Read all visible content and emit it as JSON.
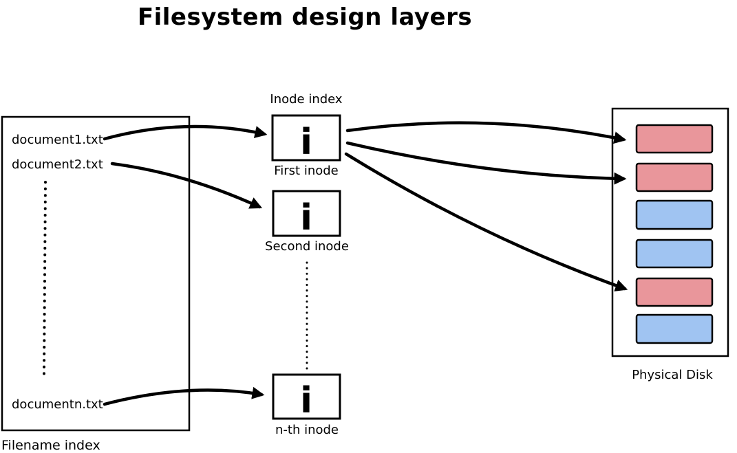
{
  "title": "Filesystem design layers",
  "filename_index": {
    "label": "Filename index",
    "entries": [
      "document1.txt",
      "document2.txt",
      "documentn.txt"
    ]
  },
  "inode_index": {
    "label": "Inode index",
    "glyph": "i",
    "inodes": [
      {
        "label": "First inode"
      },
      {
        "label": "Second inode"
      },
      {
        "label": "n-th inode"
      }
    ]
  },
  "physical_disk": {
    "label": "Physical Disk",
    "blocks": [
      {
        "color": "#E9969B"
      },
      {
        "color": "#E9969B"
      },
      {
        "color": "#A0C4F2"
      },
      {
        "color": "#A0C4F2"
      },
      {
        "color": "#E9969B"
      },
      {
        "color": "#A0C4F2"
      }
    ]
  },
  "colors": {
    "line": "#000000",
    "background": "#ffffff"
  }
}
